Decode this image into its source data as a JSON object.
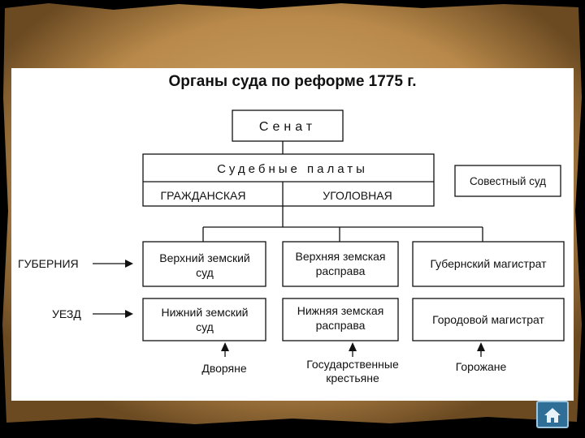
{
  "title": "Органы суда по реформе 1775 г.",
  "senate": "Сенат",
  "chambers": {
    "label": "Судебные палаты",
    "civil": "ГРАЖДАНСКАЯ",
    "criminal": "УГОЛОВНАЯ"
  },
  "conscience_court": "Совестный суд",
  "levels": {
    "gubernia": "ГУБЕРНИЯ",
    "uezd": "УЕЗД"
  },
  "gubernia_courts": [
    [
      "Верхний земский",
      "суд"
    ],
    [
      "Верхняя земская",
      "расправа"
    ],
    [
      "Губернский магистрат"
    ]
  ],
  "uezd_courts": [
    [
      "Нижний земский",
      "суд"
    ],
    [
      "Нижняя земская",
      "расправа"
    ],
    [
      "Городовой магистрат"
    ]
  ],
  "estates": [
    [
      "Дворяне"
    ],
    [
      "Государственные",
      "крестьяне"
    ],
    [
      "Горожане"
    ]
  ],
  "theme": {
    "parchment": "#c8a060",
    "parchment_dark": "#6b4a22",
    "home_button": "#2f6f97"
  },
  "home_icon": "home-icon"
}
